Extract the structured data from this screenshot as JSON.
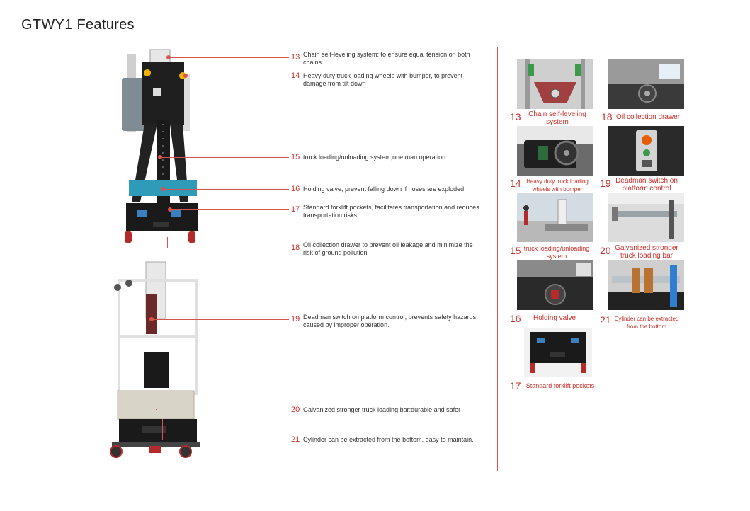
{
  "page": {
    "title": "GTWY1  Features"
  },
  "features": [
    {
      "num": "13",
      "text": "Chain self-leveling system: to ensure equal tension on both chains"
    },
    {
      "num": "14",
      "text": "Heavy duty truck loading wheels with bumper, to prevent damage from tilt down"
    },
    {
      "num": "15",
      "text": "truck loading/unloading system,one man operation"
    },
    {
      "num": "16",
      "text": "Holding valve, prevent falling down if hoses are exploded"
    },
    {
      "num": "17",
      "text": "Standard forklift pockets, facilitates transportation and reduces transportation risks."
    },
    {
      "num": "18",
      "text": "Oil collection drawer to prevent oil leakage and minimize the risk of ground pollution"
    },
    {
      "num": "19",
      "text": "Deadman switch on platform control, prevents safety hazards caused by improper operation."
    },
    {
      "num": "20",
      "text": "Galvanized stronger truck loading bar:durable and safer"
    },
    {
      "num": "21",
      "text": "Cylinder can be extracted from the bottom, easy to maintain."
    }
  ],
  "gallery": [
    {
      "num": "13",
      "caption": "Chain self-leveling system"
    },
    {
      "num": "18",
      "caption": "Oil collection drawer"
    },
    {
      "num": "14",
      "caption": "Heavy duty truck loading wheels with bumper"
    },
    {
      "num": "19",
      "caption": "Deadman switch on platform control"
    },
    {
      "num": "15",
      "caption": "truck loading/unloading system"
    },
    {
      "num": "20",
      "caption": "Galvanized stronger truck loading bar"
    },
    {
      "num": "16",
      "caption": "Holding valve"
    },
    {
      "num": "21",
      "caption": "Cylinder can be extracted from the bottom"
    },
    {
      "num": "17",
      "caption": "Standard forklift pockets"
    }
  ],
  "colors": {
    "accent": "#c9302c",
    "line": "#d9534f"
  }
}
